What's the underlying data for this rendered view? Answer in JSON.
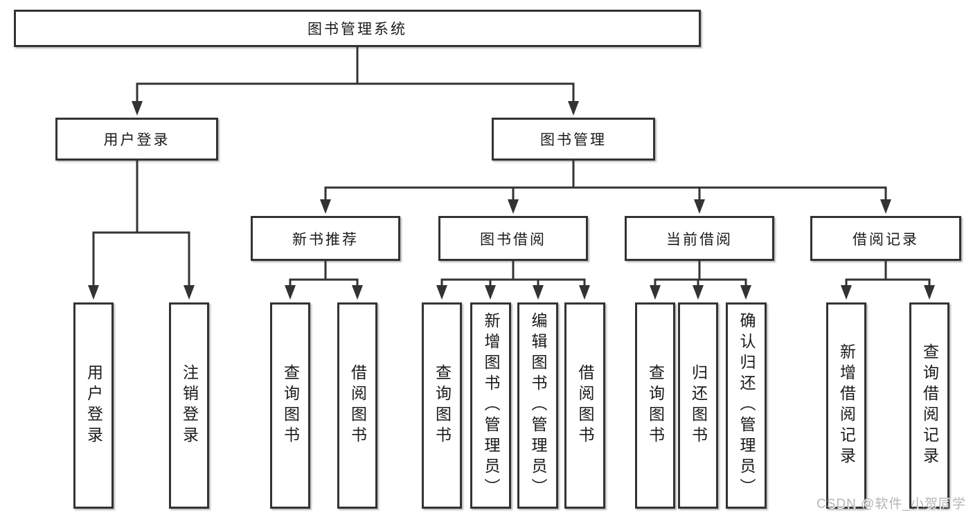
{
  "diagram": {
    "root": {
      "label": "图书管理系统"
    },
    "branches": [
      {
        "label": "用户登录",
        "leaves": [
          "用户登录",
          "注销登录"
        ]
      },
      {
        "label": "图书管理",
        "children": [
          {
            "label": "新书推荐",
            "leaves": [
              "查询图书",
              "借阅图书"
            ]
          },
          {
            "label": "图书借阅",
            "leaves": [
              "查询图书",
              "新增图书（管理员）",
              "编辑图书（管理员）",
              "借阅图书"
            ]
          },
          {
            "label": "当前借阅",
            "leaves": [
              "查询图书",
              "归还图书",
              "确认归还（管理员）"
            ]
          },
          {
            "label": "借阅记录",
            "leaves": [
              "新增借阅记录",
              "查询借阅记录"
            ]
          }
        ]
      }
    ],
    "watermark": "CSDN @软件_小贺同学",
    "colors": {
      "line": "#333333",
      "box_border": "#333333",
      "box_background": "#ffffff",
      "text": "#1a1a1a",
      "watermark_text": "#b5b5b5",
      "page_background": "#ffffff"
    }
  }
}
